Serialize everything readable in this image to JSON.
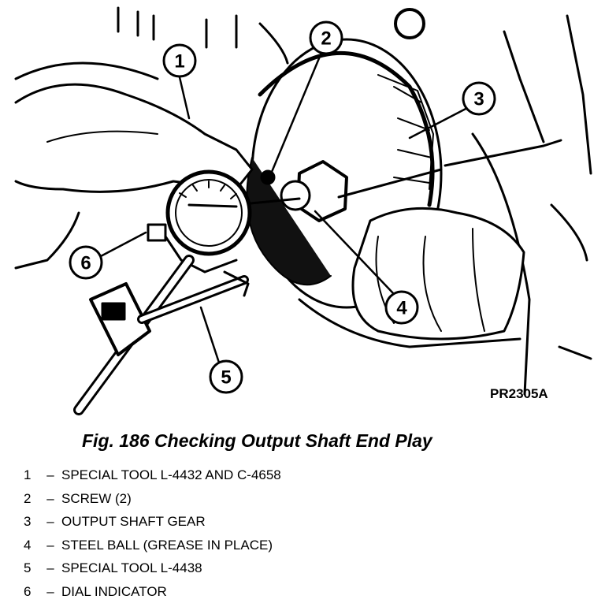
{
  "figure": {
    "code": "PR2305A",
    "caption": "Fig. 186 Checking Output Shaft End Play",
    "callouts": [
      "1",
      "2",
      "3",
      "4",
      "5",
      "6"
    ]
  },
  "legend": [
    {
      "num": "1",
      "dash": "–",
      "text": "SPECIAL TOOL L-4432 AND C-4658"
    },
    {
      "num": "2",
      "dash": "–",
      "text": "SCREW (2)"
    },
    {
      "num": "3",
      "dash": "–",
      "text": "OUTPUT SHAFT GEAR"
    },
    {
      "num": "4",
      "dash": "–",
      "text": "STEEL BALL (GREASE IN PLACE)"
    },
    {
      "num": "5",
      "dash": "–",
      "text": "SPECIAL TOOL L-4438"
    },
    {
      "num": "6",
      "dash": "–",
      "text": "DIAL INDICATOR"
    }
  ]
}
